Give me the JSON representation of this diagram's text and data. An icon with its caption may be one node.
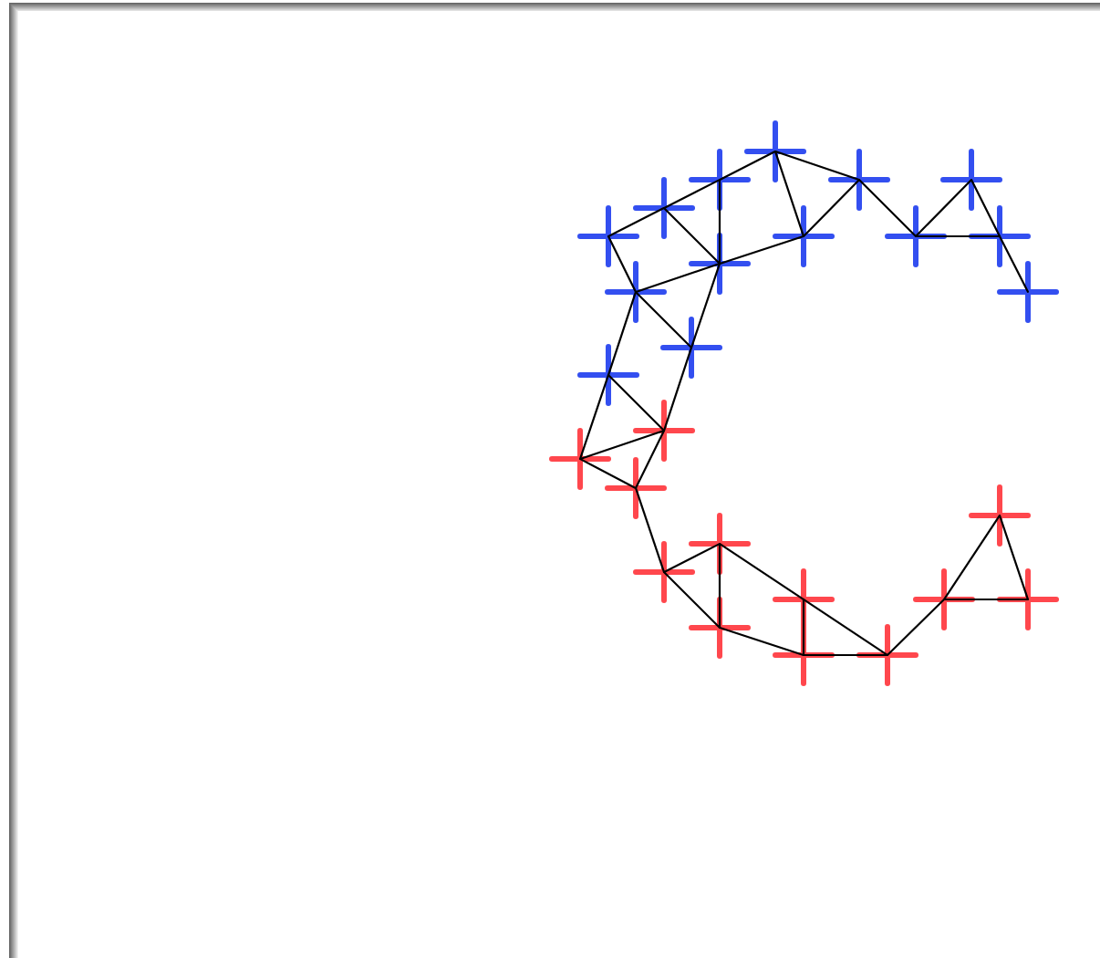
{
  "diagram": {
    "nodes": [
      {
        "text": [],
        "shape": "plus"
      },
      {
        "text": [],
        "shape": "plus"
      },
      {
        "text": [],
        "shape": "plus"
      },
      {
        "text": [],
        "shape": "plus"
      },
      {
        "text": [],
        "shape": "plus"
      },
      {
        "text": [],
        "shape": "plus"
      },
      {
        "text": [],
        "shape": "plus"
      },
      {
        "text": [],
        "shape": "plus"
      },
      {
        "text": [],
        "shape": "plus"
      },
      {
        "text": [],
        "shape": "plus"
      },
      {
        "text": [],
        "shape": "plus"
      },
      {
        "text": [],
        "shape": "plus"
      },
      {
        "text": [],
        "shape": "plus"
      },
      {
        "text": [],
        "shape": "plus"
      },
      {
        "text": [],
        "shape": "plus"
      },
      {
        "text": [],
        "shape": "plus"
      },
      {
        "text": [],
        "shape": "plus"
      },
      {
        "text": [],
        "shape": "plus"
      },
      {
        "text": [],
        "shape": "plus"
      },
      {
        "text": [],
        "shape": "plus"
      },
      {
        "text": [],
        "shape": "plus"
      },
      {
        "text": [],
        "shape": "plus"
      },
      {
        "text": [],
        "shape": "plus"
      },
      {
        "text": [],
        "shape": "plus"
      },
      {
        "text": [],
        "shape": "plus"
      },
      {
        "text": [],
        "shape": "plus"
      }
    ],
    "edges": [
      {
        "from": 0,
        "to": 1,
        "arrow": "none"
      },
      {
        "from": 1,
        "to": 4,
        "arrow": "none"
      },
      {
        "from": 4,
        "to": 5,
        "arrow": "none"
      },
      {
        "from": 0,
        "to": 2,
        "arrow": "none"
      },
      {
        "from": 0,
        "to": 6,
        "arrow": "none"
      },
      {
        "from": 2,
        "to": 6,
        "arrow": "none"
      },
      {
        "from": 2,
        "to": 7,
        "arrow": "none"
      },
      {
        "from": 7,
        "to": 3,
        "arrow": "none"
      },
      {
        "from": 3,
        "to": 8,
        "arrow": "none"
      },
      {
        "from": 7,
        "to": 8,
        "arrow": "none"
      },
      {
        "from": 8,
        "to": 11,
        "arrow": "none"
      },
      {
        "from": 1,
        "to": 9,
        "arrow": "none"
      },
      {
        "from": 4,
        "to": 9,
        "arrow": "none"
      },
      {
        "from": 5,
        "to": 10,
        "arrow": "none"
      },
      {
        "from": 10,
        "to": 9,
        "arrow": "none"
      },
      {
        "from": 9,
        "to": 6,
        "arrow": "none"
      },
      {
        "from": 10,
        "to": 12,
        "arrow": "none"
      },
      {
        "from": 9,
        "to": 12,
        "arrow": "none"
      },
      {
        "from": 12,
        "to": 14,
        "arrow": "none"
      },
      {
        "from": 10,
        "to": 13,
        "arrow": "none"
      },
      {
        "from": 13,
        "to": 15,
        "arrow": "none"
      },
      {
        "from": 13,
        "to": 14,
        "arrow": "none"
      },
      {
        "from": 15,
        "to": 14,
        "arrow": "none"
      },
      {
        "from": 15,
        "to": 16,
        "arrow": "none"
      },
      {
        "from": 14,
        "to": 16,
        "arrow": "none"
      },
      {
        "from": 16,
        "to": 19,
        "arrow": "none"
      },
      {
        "from": 19,
        "to": 18,
        "arrow": "none"
      },
      {
        "from": 19,
        "to": 23,
        "arrow": "none"
      },
      {
        "from": 18,
        "to": 23,
        "arrow": "none"
      },
      {
        "from": 18,
        "to": 20,
        "arrow": "none"
      },
      {
        "from": 20,
        "to": 25,
        "arrow": "none"
      },
      {
        "from": 20,
        "to": 24,
        "arrow": "none"
      },
      {
        "from": 23,
        "to": 24,
        "arrow": "none"
      },
      {
        "from": 24,
        "to": 25,
        "arrow": "none"
      },
      {
        "from": 25,
        "to": 21,
        "arrow": "none"
      },
      {
        "from": 21,
        "to": 17,
        "arrow": "none"
      },
      {
        "from": 21,
        "to": 22,
        "arrow": "none"
      },
      {
        "from": 17,
        "to": 22,
        "arrow": "none"
      }
    ]
  }
}
